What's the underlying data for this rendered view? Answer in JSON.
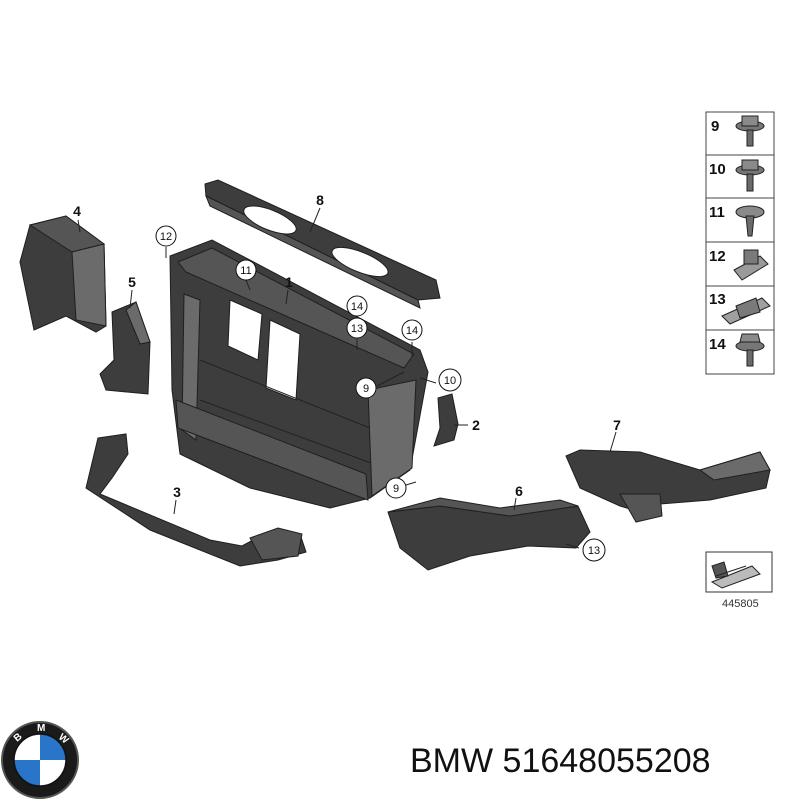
{
  "callouts": {
    "1": "1",
    "2": "2",
    "3": "3",
    "4": "4",
    "5": "5",
    "6": "6",
    "7": "7",
    "8": "8",
    "c9a": "9",
    "c9b": "9",
    "c10": "10",
    "c11": "11",
    "c12": "12",
    "c13a": "13",
    "c13b": "13",
    "c14a": "14",
    "c14b": "14"
  },
  "legend": [
    {
      "num": "9",
      "icon": "flange-bolt-icon"
    },
    {
      "num": "10",
      "icon": "flange-bolt-icon"
    },
    {
      "num": "11",
      "icon": "self-tapping-screw-icon"
    },
    {
      "num": "12",
      "icon": "cage-nut-icon"
    },
    {
      "num": "13",
      "icon": "spring-nut-icon"
    },
    {
      "num": "14",
      "icon": "hex-flange-bolt-icon"
    }
  ],
  "diagram_ref": "445805",
  "brand": "BMW",
  "part_number": "51648055208",
  "colors": {
    "part": "#3d3d3d",
    "line": "#1f1f1f",
    "bg": "#ffffff"
  }
}
